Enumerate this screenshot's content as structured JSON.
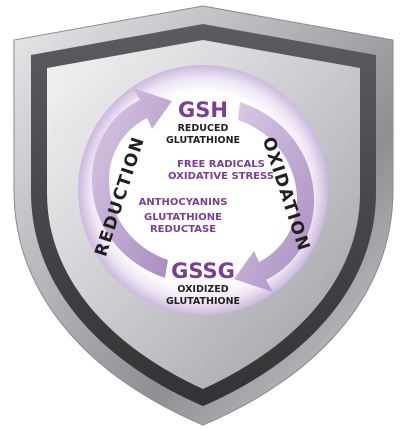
{
  "diagram": {
    "top_node": {
      "abbrev": "GSH",
      "line1": "REDUCED",
      "line2": "GLUTATHIONE"
    },
    "bottom_node": {
      "abbrev": "GSSG",
      "line1": "OXIDIZED",
      "line2": "GLUTATHIONE"
    },
    "oxidation_label": "OXIDATION",
    "reduction_label": "REDUCTION",
    "oxidation_agents": {
      "line1": "FREE RADICALS",
      "line2": "OXIDATIVE STRESS"
    },
    "reduction_agents": {
      "line1": "ANTHOCYANINS",
      "line2": "GLUTATHIONE",
      "line3": "REDUCTASE"
    },
    "colors": {
      "accent_purple": "#7a3f95",
      "arrow_lavender": "#c9b3d8",
      "text_dark": "#231f20",
      "shield_silver": "#b8b8bc",
      "shield_dark": "#4a4a4e"
    }
  }
}
